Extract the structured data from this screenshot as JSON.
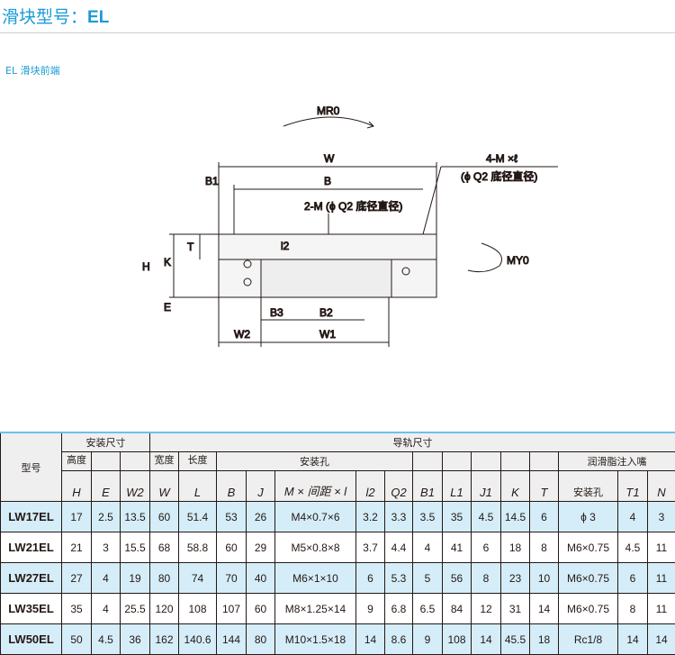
{
  "title": {
    "prefix": "滑块型号：",
    "model": "EL"
  },
  "subtitle": "EL 滑块前端",
  "diagram": {
    "mr": "MR0",
    "my": "MY0",
    "w": "W",
    "b": "B",
    "b1": "B1",
    "tap": "4-M ×ℓ",
    "tap2": "(ϕ Q2 底径直径)",
    "hole": "2-M (ϕ Q2 底径直径)",
    "l2": "l2",
    "t": "T",
    "h": "H",
    "k": "K",
    "e": "E",
    "b3": "B3",
    "b2": "B2",
    "w2": "W2",
    "w1": "W1"
  },
  "table": {
    "h_model": "型号",
    "h_install": "安装尺寸",
    "h_rail": "导轨尺寸",
    "h_height": "高度",
    "h_width": "宽度",
    "h_length": "长度",
    "h_holes": "安装孔",
    "h_grease": "润滑脂注入嘴",
    "h_grease_hole": "安装孔",
    "symbols": [
      "H",
      "E",
      "W2",
      "W",
      "L",
      "B",
      "J",
      "M × 间距 × l",
      "l2",
      "Q2",
      "B1",
      "L1",
      "J1",
      "K",
      "T",
      "T1",
      "N"
    ],
    "rows": [
      [
        "LW17EL",
        "17",
        "2.5",
        "13.5",
        "60",
        "51.4",
        "53",
        "26",
        "M4×0.7×6",
        "3.2",
        "3.3",
        "3.5",
        "35",
        "4.5",
        "14.5",
        "6",
        "ϕ 3",
        "4",
        "3"
      ],
      [
        "LW21EL",
        "21",
        "3",
        "15.5",
        "68",
        "58.8",
        "60",
        "29",
        "M5×0.8×8",
        "3.7",
        "4.4",
        "4",
        "41",
        "6",
        "18",
        "8",
        "M6×0.75",
        "4.5",
        "11"
      ],
      [
        "LW27EL",
        "27",
        "4",
        "19",
        "80",
        "74",
        "70",
        "40",
        "M6×1×10",
        "6",
        "5.3",
        "5",
        "56",
        "8",
        "23",
        "10",
        "M6×0.75",
        "6",
        "11"
      ],
      [
        "LW35EL",
        "35",
        "4",
        "25.5",
        "120",
        "108",
        "107",
        "60",
        "M8×1.25×14",
        "9",
        "6.8",
        "6.5",
        "84",
        "12",
        "31",
        "14",
        "M6×0.75",
        "8",
        "11"
      ],
      [
        "LW50EL",
        "50",
        "4.5",
        "36",
        "162",
        "140.6",
        "144",
        "80",
        "M10×1.5×18",
        "14",
        "8.6",
        "9",
        "108",
        "14",
        "45.5",
        "18",
        "Rc1/8",
        "14",
        "14"
      ]
    ]
  }
}
